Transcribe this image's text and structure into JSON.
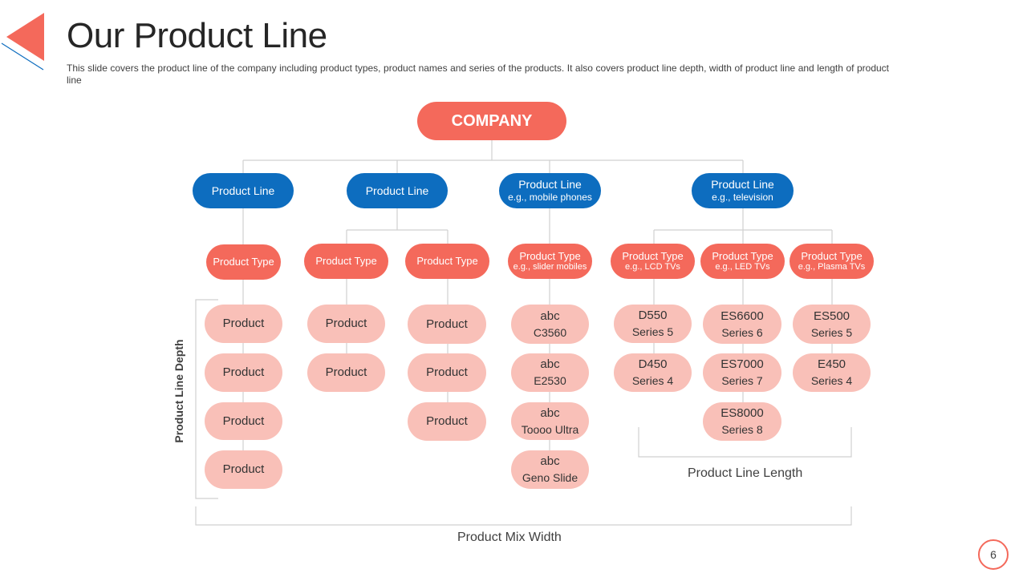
{
  "slide": {
    "title": "Our Product Line",
    "description": "This slide covers the product line of the company including product types,  product names and series of the products. It also covers  product line depth, width of product line and length of product line",
    "page_number": "6"
  },
  "diagram": {
    "company": "COMPANY",
    "lines": [
      {
        "label": "Product Line",
        "sub": ""
      },
      {
        "label": "Product Line",
        "sub": ""
      },
      {
        "label": "Product Line",
        "sub": "e.g., mobile phones"
      },
      {
        "label": "Product Line",
        "sub": "e.g., television"
      }
    ],
    "types": [
      {
        "label": "Product Type",
        "sub": ""
      },
      {
        "label": "Product Type",
        "sub": ""
      },
      {
        "label": "Product Type",
        "sub": ""
      },
      {
        "label": "Product Type",
        "sub": "e.g., slider mobiles"
      },
      {
        "label": "Product Type",
        "sub": "e.g., LCD TVs"
      },
      {
        "label": "Product Type",
        "sub": "e.g., LED TVs"
      },
      {
        "label": "Product Type",
        "sub": "e.g., Plasma TVs"
      }
    ],
    "products": {
      "col1": [
        {
          "label": "Product"
        },
        {
          "label": "Product"
        },
        {
          "label": "Product"
        },
        {
          "label": "Product"
        }
      ],
      "col2": [
        {
          "label": "Product"
        },
        {
          "label": "Product"
        }
      ],
      "col3": [
        {
          "label": "Product"
        },
        {
          "label": "Product"
        },
        {
          "label": "Product"
        }
      ],
      "col4": [
        {
          "label": "abc",
          "sub": "C3560"
        },
        {
          "label": "abc",
          "sub": "E2530"
        },
        {
          "label": "abc",
          "sub": "Toooo Ultra"
        },
        {
          "label": "abc",
          "sub": "Geno Slide"
        }
      ],
      "col5": [
        {
          "label": "D550",
          "sub": "Series 5"
        },
        {
          "label": "D450",
          "sub": "Series 4"
        }
      ],
      "col6": [
        {
          "label": "ES6600",
          "sub": "Series 6"
        },
        {
          "label": "ES7000",
          "sub": "Series 7"
        },
        {
          "label": "ES8000",
          "sub": "Series 8"
        }
      ],
      "col7": [
        {
          "label": "ES500",
          "sub": "Series 5"
        },
        {
          "label": "E450",
          "sub": "Series 4"
        }
      ]
    },
    "depth_label": "Product Line Depth",
    "length_label": "Product Line Length",
    "width_label": "Product Mix Width"
  },
  "colors": {
    "accent_coral": "#f4695b",
    "line_blue": "#0d6dbf",
    "product_pink": "#f9c0b8",
    "connector_gray": "#d0d0d0"
  }
}
